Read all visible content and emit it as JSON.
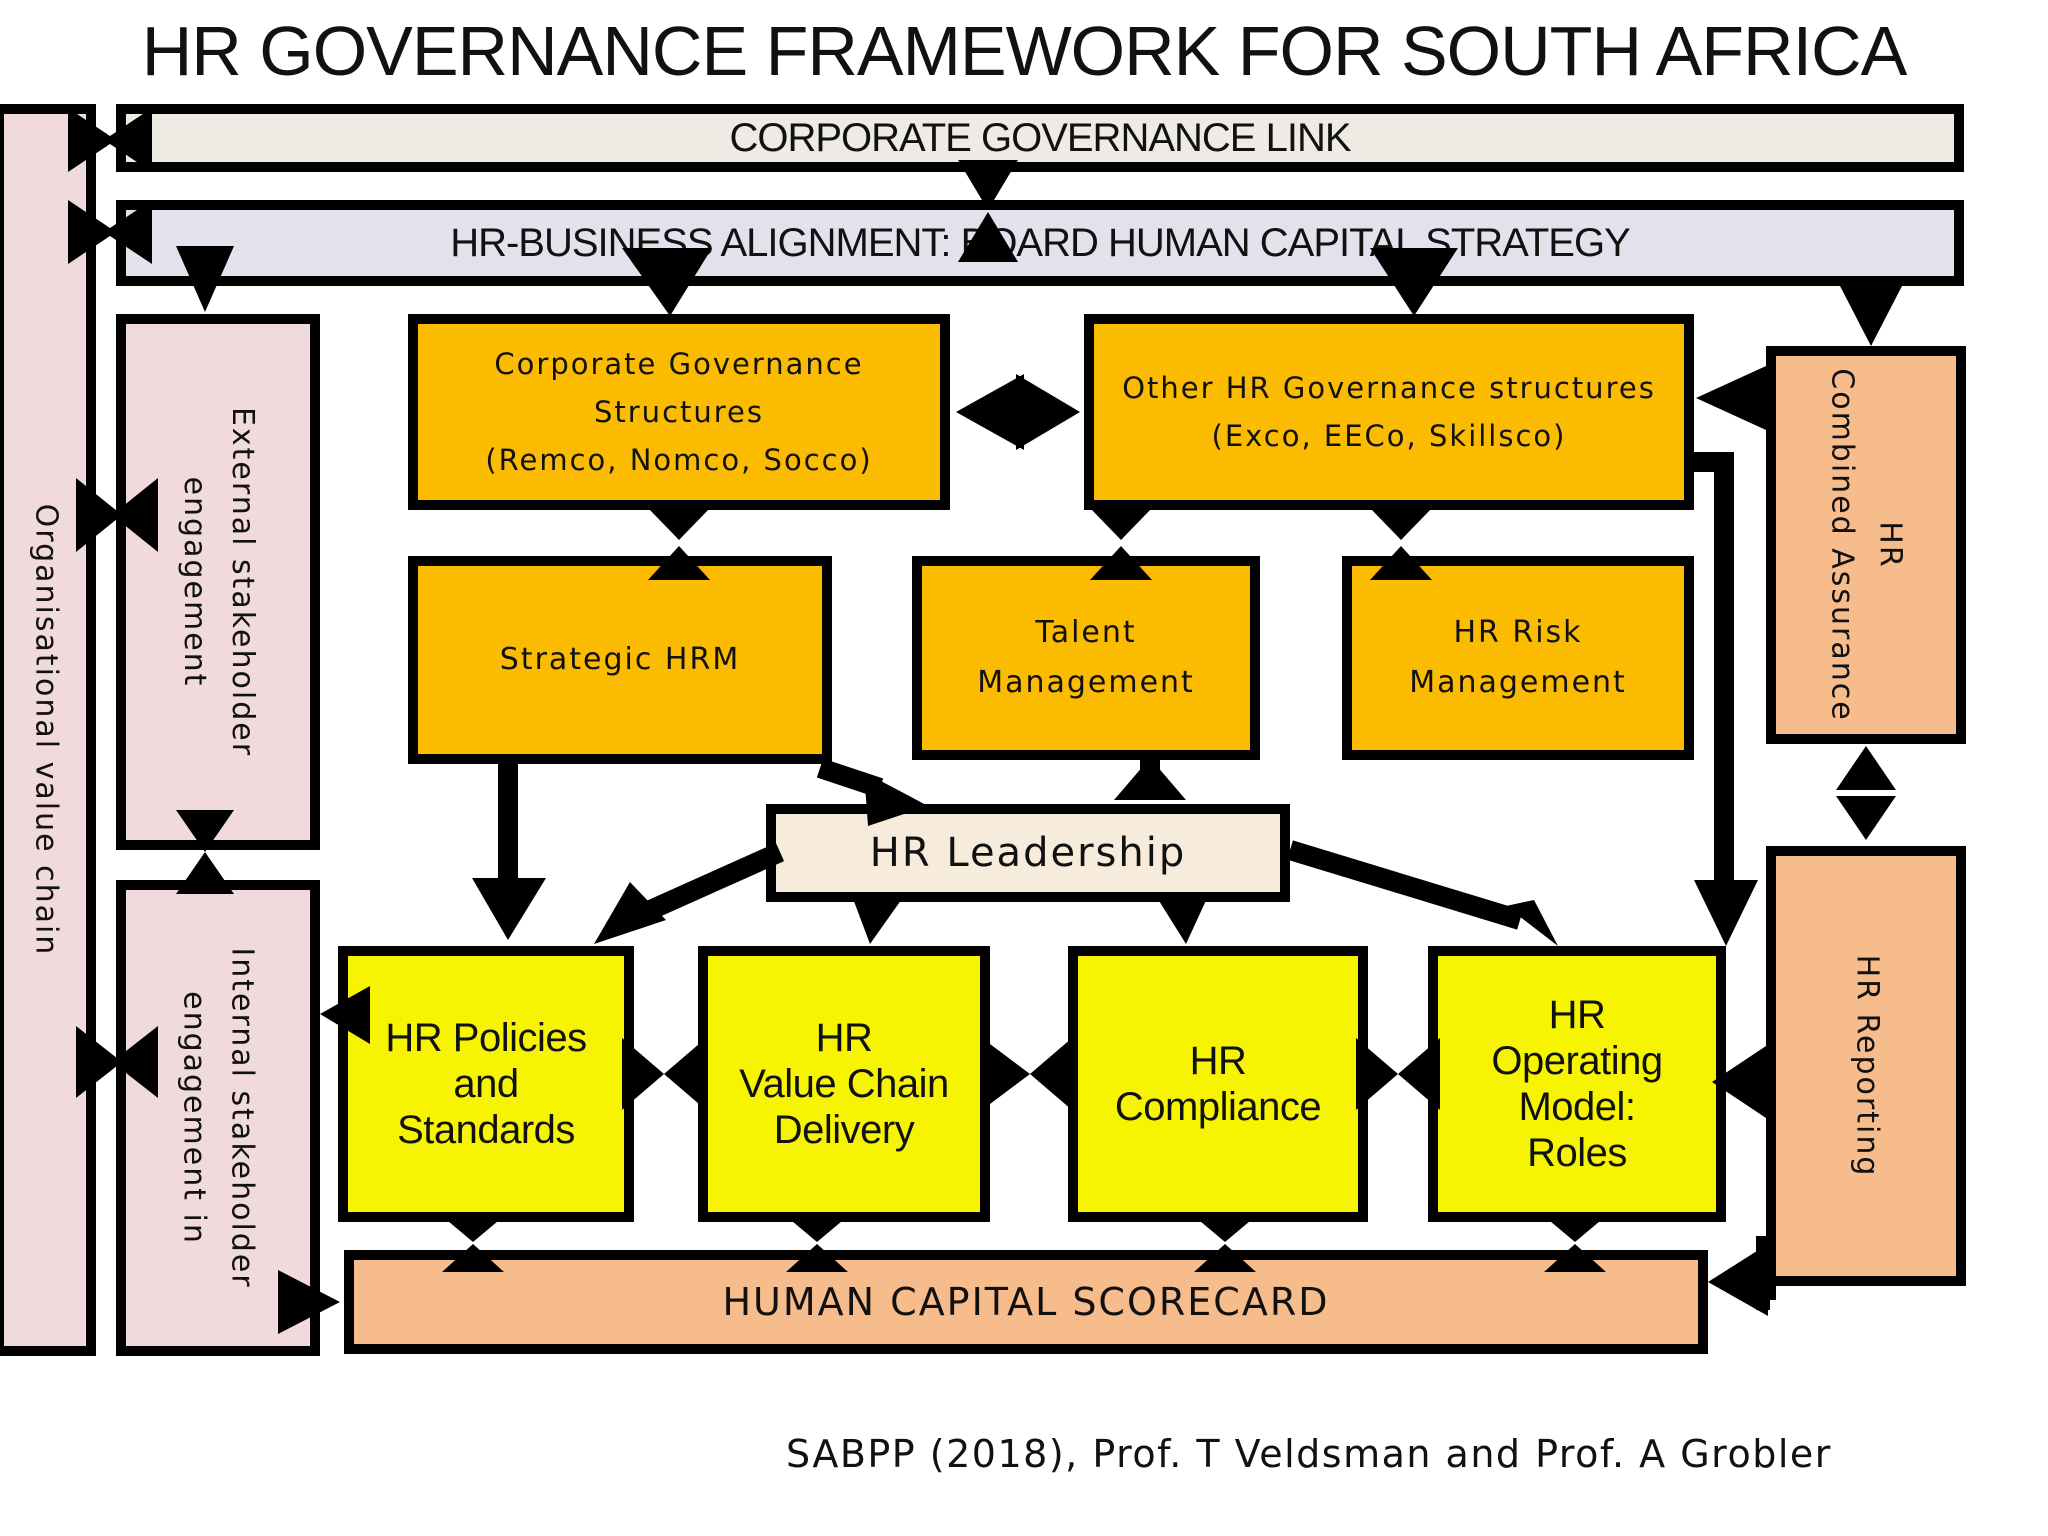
{
  "title": "HR GOVERNANCE FRAMEWORK FOR SOUTH AFRICA",
  "bands": {
    "corporate_governance_link": "CORPORATE GOVERNANCE LINK",
    "hr_business_alignment": "HR-BUSINESS ALIGNMENT:  BOARD HUMAN CAPITAL STRATEGY"
  },
  "side": {
    "organisational_value_chain": "Organisational value chain",
    "external_stakeholder": [
      "External stakeholder",
      "engagement"
    ],
    "internal_stakeholder": [
      "Internal stakeholder",
      "engagement in"
    ],
    "hr_combined_assurance": [
      "HR",
      "Combined Assurance"
    ],
    "hr_reporting": "HR Reporting"
  },
  "governance": {
    "corporate_structures": [
      "Corporate Governance",
      "Structures",
      "(Remco, Nomco, Socco)"
    ],
    "other_structures": [
      "Other HR Governance structures",
      "(Exco, EECo, Skillsco)"
    ]
  },
  "functions": {
    "strategic_hrm": "Strategic HRM",
    "talent_management": [
      "Talent",
      "Management"
    ],
    "hr_risk_management": [
      "HR Risk",
      "Management"
    ]
  },
  "hr_leadership": "HR Leadership",
  "outputs": {
    "policies": [
      "HR Policies",
      "and",
      "Standards"
    ],
    "value_chain": [
      "HR",
      "Value Chain",
      "Delivery"
    ],
    "compliance": [
      "HR",
      "Compliance"
    ],
    "operating_model": [
      "HR",
      "Operating",
      "Model:",
      "Roles"
    ]
  },
  "scorecard": "HUMAN CAPITAL SCORECARD",
  "credit": "SABPP (2018), Prof. T Veldsman and Prof. A Grobler",
  "colors": {
    "governance_box": "#fbbb00",
    "output_box": "#f6f400",
    "stakeholder_box": "#f0dadc",
    "assurance_box": "#f7bc8c",
    "corporate_band": "#eeebe4",
    "alignment_band": "#e2e1ec",
    "leadership_box": "#f7ebdc",
    "lines": "#000000"
  }
}
